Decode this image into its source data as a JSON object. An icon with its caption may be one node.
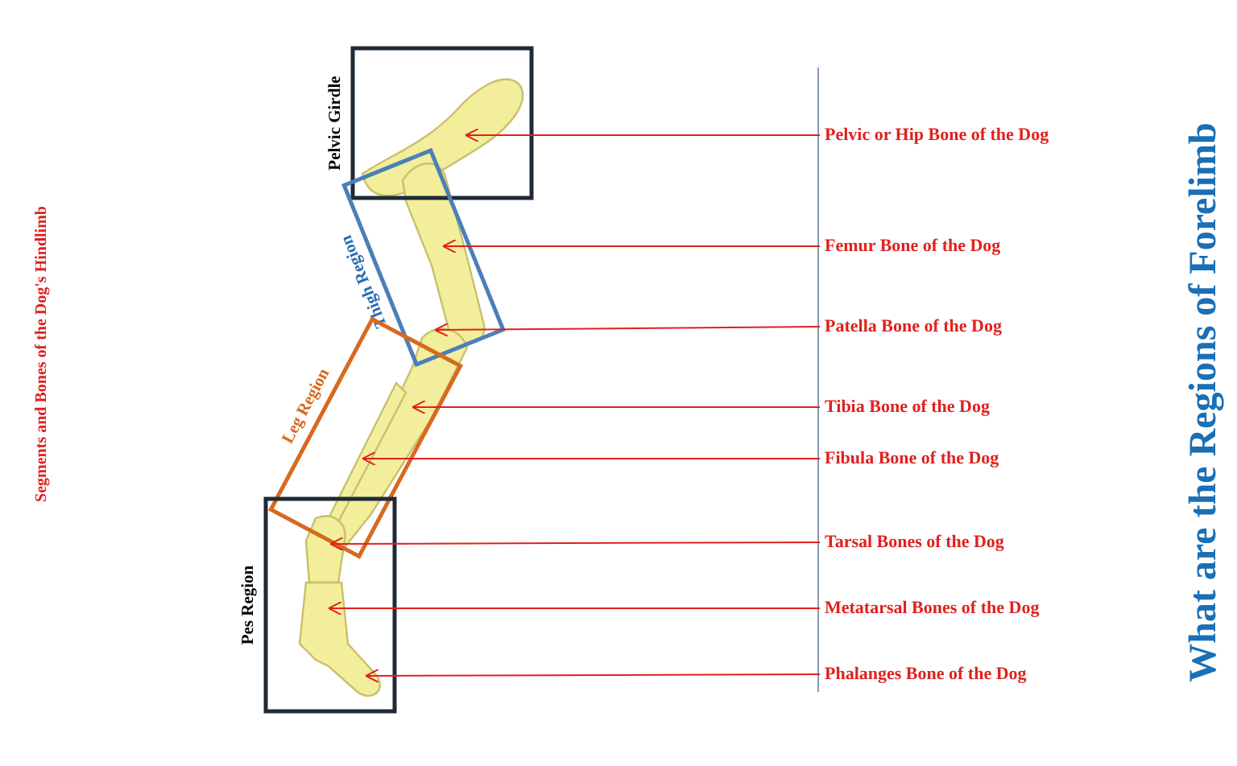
{
  "diagram": {
    "title": "What are the Regions of Forelimb",
    "nodes": [
      {
        "text": [
          "Pelvic Girdle"
        ]
      },
      {
        "text": [
          "Thigh Region"
        ]
      },
      {
        "text": [
          "Leg Region"
        ]
      },
      {
        "text": [
          "Pes Region"
        ]
      },
      {
        "text": [
          "Pelvic or Hip Bone of the Dog"
        ]
      },
      {
        "text": [
          "Femur Bone of the Dog"
        ]
      },
      {
        "text": [
          "Patella Bone of the Dog"
        ]
      },
      {
        "text": [
          "Tibia Bone of the Dog"
        ]
      },
      {
        "text": [
          "Fibula Bone of the Dog"
        ]
      },
      {
        "text": [
          "Tarsal Bones of the Dog"
        ]
      },
      {
        "text": [
          "Metatarsal Bones of the Dog"
        ]
      },
      {
        "text": [
          "Phalanges Bone of the Dog"
        ]
      }
    ],
    "edges": [
      {
        "from": 4,
        "to": 0,
        "arrow": "to"
      },
      {
        "from": 5,
        "to": 1,
        "arrow": "to"
      },
      {
        "from": 6,
        "to": 1,
        "arrow": "to"
      },
      {
        "from": 7,
        "to": 2,
        "arrow": "to"
      },
      {
        "from": 8,
        "to": 2,
        "arrow": "to"
      },
      {
        "from": 9,
        "to": 3,
        "arrow": "to"
      },
      {
        "from": 10,
        "to": 3,
        "arrow": "to"
      },
      {
        "from": 11,
        "to": 3,
        "arrow": "to"
      }
    ],
    "labels": [
      "Segments and Bones of the Dog's Hindlimb"
    ]
  }
}
